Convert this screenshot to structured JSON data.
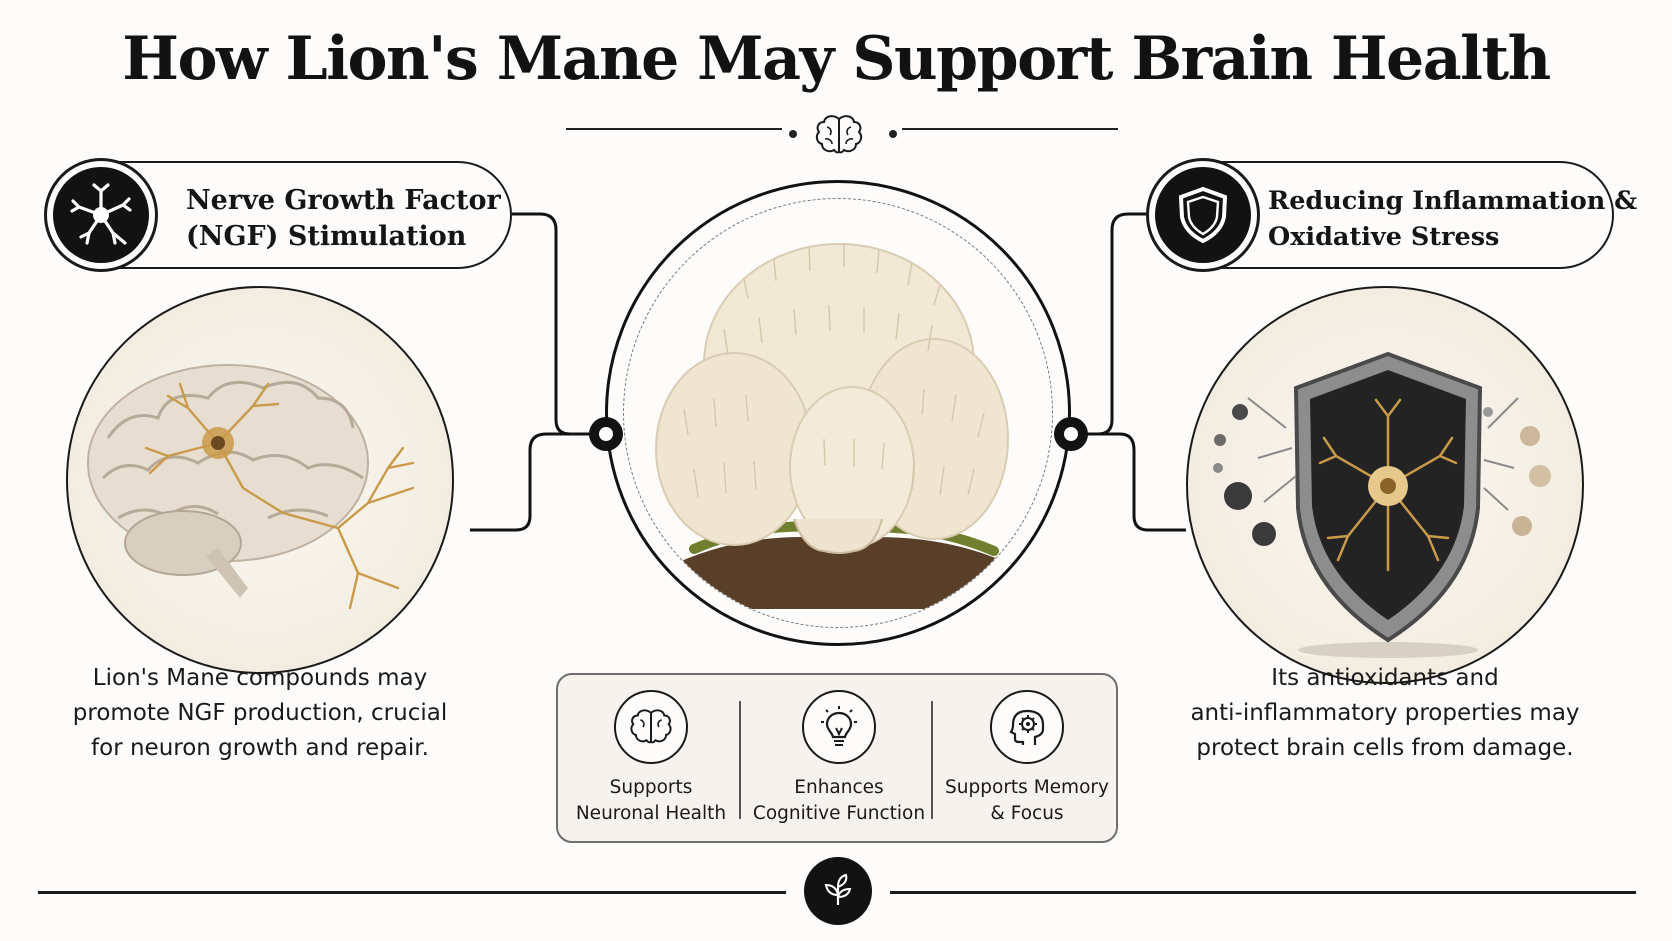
{
  "title": "How Lion's Mane May Support Brain Health",
  "left_section": {
    "title_line1": "Nerve Growth Factor",
    "title_line2": "(NGF) Stimulation",
    "icon": "neuron-icon",
    "description": [
      "Lion's Mane compounds may",
      "promote NGF production, crucial",
      "for neuron growth and repair."
    ]
  },
  "right_section": {
    "title_line1": "Reducing Inflammation &",
    "title_line2": "Oxidative Stress",
    "icon": "shield-icon",
    "description": [
      "Its antioxidants and",
      "anti-inflammatory properties may",
      "protect brain cells from damage."
    ]
  },
  "benefits": [
    {
      "icon": "brain-icon",
      "line1": "Supports",
      "line2": "Neuronal Health"
    },
    {
      "icon": "lightbulb-icon",
      "line1": "Enhances",
      "line2": "Cognitive Function"
    },
    {
      "icon": "head-gear-icon",
      "line1": "Supports Memory",
      "line2": "& Focus"
    }
  ],
  "colors": {
    "ink": "#121212",
    "background": "#fdfcfa",
    "panel": "#f6f3ee",
    "mushroom": "#f1e8d6",
    "gold": "#c99a4a"
  }
}
